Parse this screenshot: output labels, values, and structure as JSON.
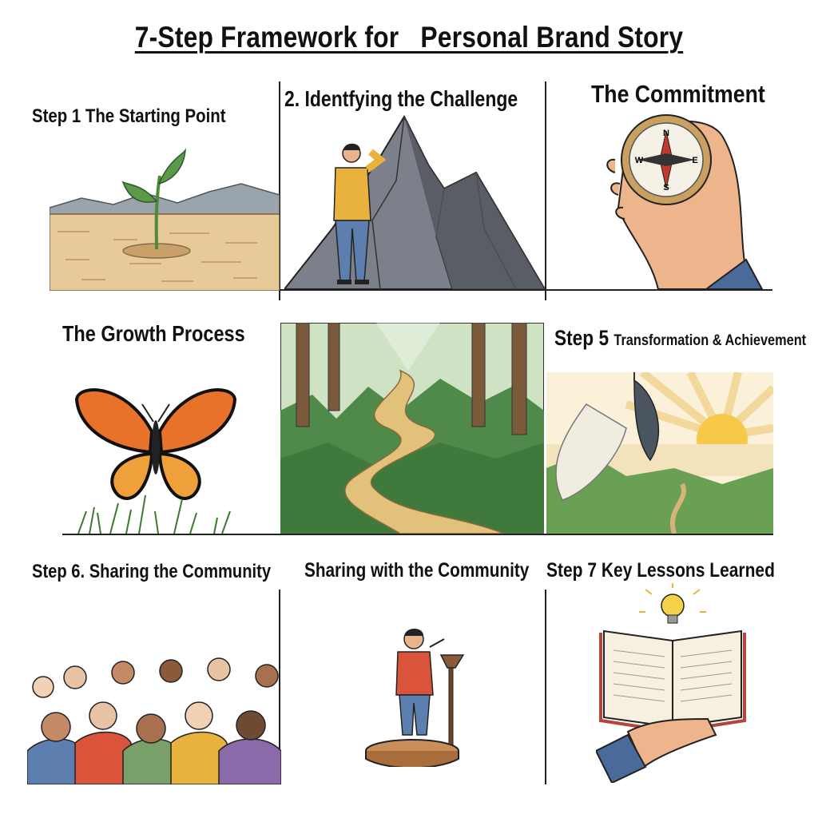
{
  "title": "7-Step Framework for   Personal Brand Story",
  "panels": {
    "p1": {
      "label": "Step 1 The Starting Point"
    },
    "p2": {
      "label": "2. Identfying the Challenge"
    },
    "p3": {
      "label": "The Commitment"
    },
    "p4": {
      "label": "The Growth Process"
    },
    "p6": {
      "label_main": "Step 5",
      "label_sub": "Transformation & Achievement"
    },
    "p7": {
      "label": "Step 6. Sharing the Community"
    },
    "p8": {
      "label": "Sharing with the Community"
    },
    "p9": {
      "label": "Step 7 Key Lessons Learned"
    }
  },
  "compass_letters": {
    "n": "N",
    "s": "S",
    "e": "E",
    "w": "W"
  },
  "colors": {
    "soil": "#e8c998",
    "mountain": "#6b6f78",
    "forest": "#4f8a4a",
    "path": "#e2c27a",
    "sunset": "#f7c94a",
    "butterfly": "#e8722a",
    "shirt_yellow": "#e9b23c",
    "shirt_red": "#d9543a"
  }
}
